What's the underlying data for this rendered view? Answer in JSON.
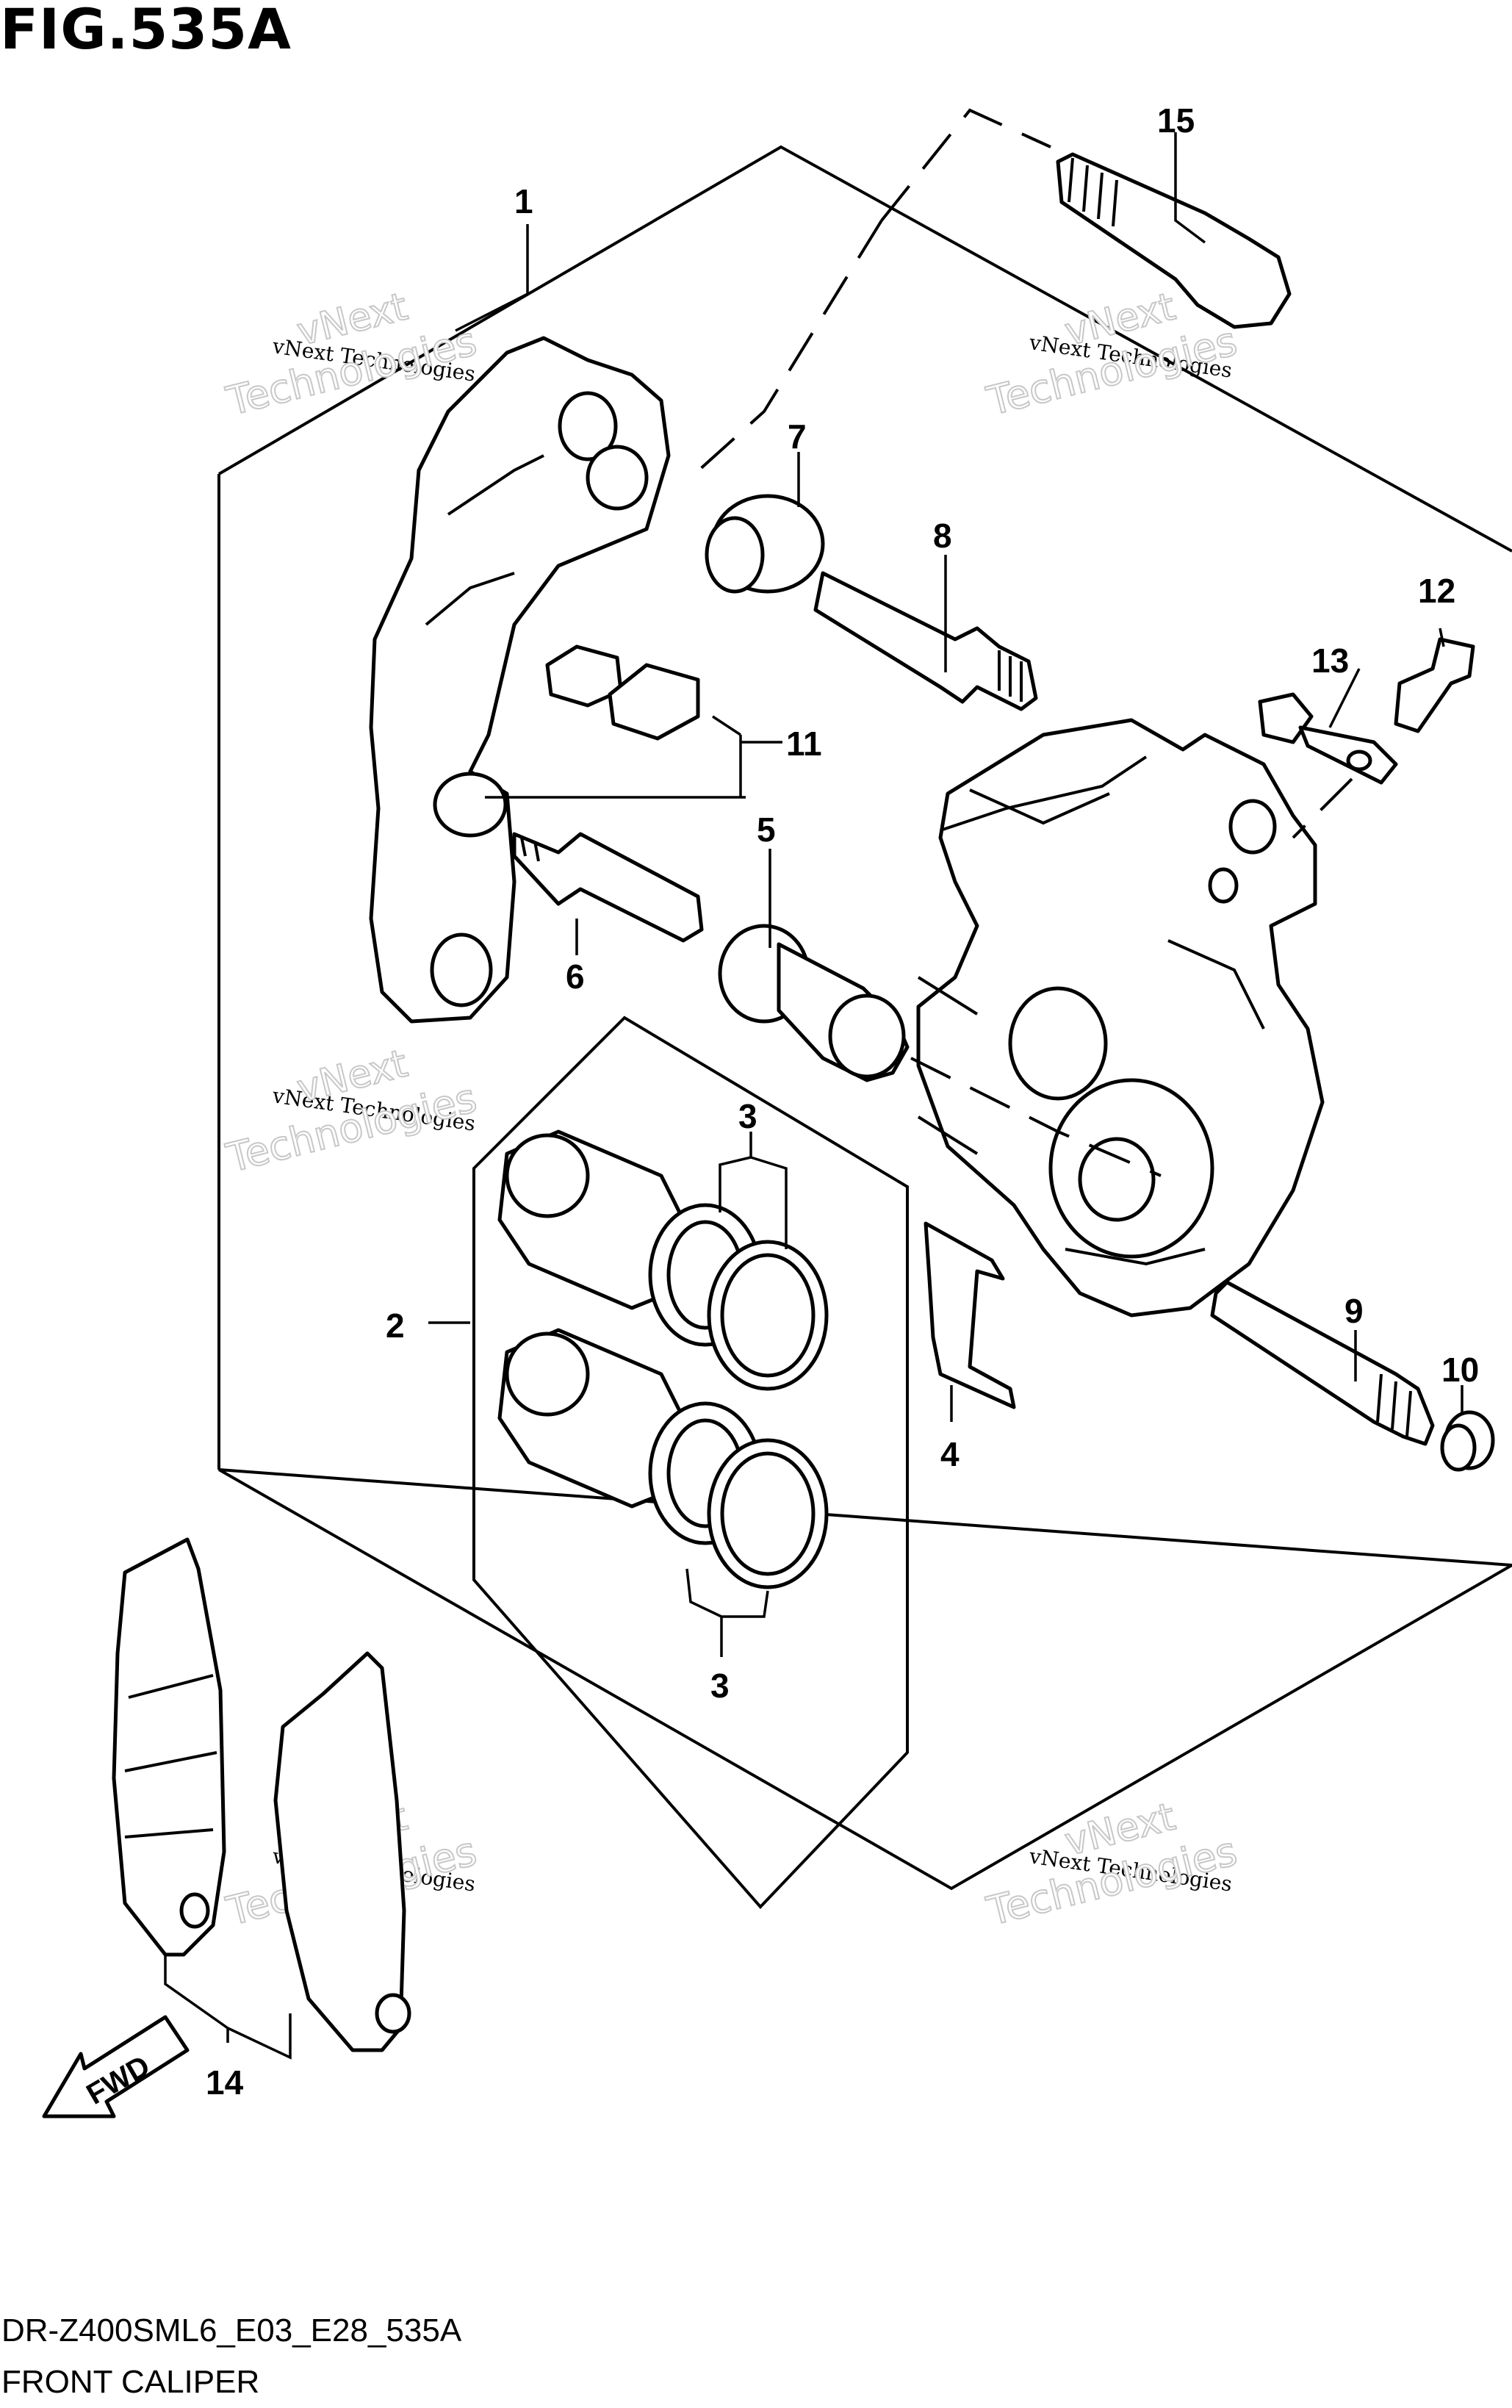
{
  "figure": {
    "title": "FIG.535A",
    "code": "DR-Z400SML6_E03_E28_535A",
    "caption": "FRONT CALIPER"
  },
  "watermark": {
    "small": "vNext Technologies",
    "big_1": "vNext",
    "big_2": "Technologies"
  },
  "direction_badge": "FWD",
  "callouts": [
    "1",
    "2",
    "3",
    "3",
    "4",
    "5",
    "6",
    "7",
    "8",
    "9",
    "10",
    "11",
    "12",
    "13",
    "14",
    "15"
  ],
  "icons": {
    "direction": "fwd-arrow-icon"
  }
}
